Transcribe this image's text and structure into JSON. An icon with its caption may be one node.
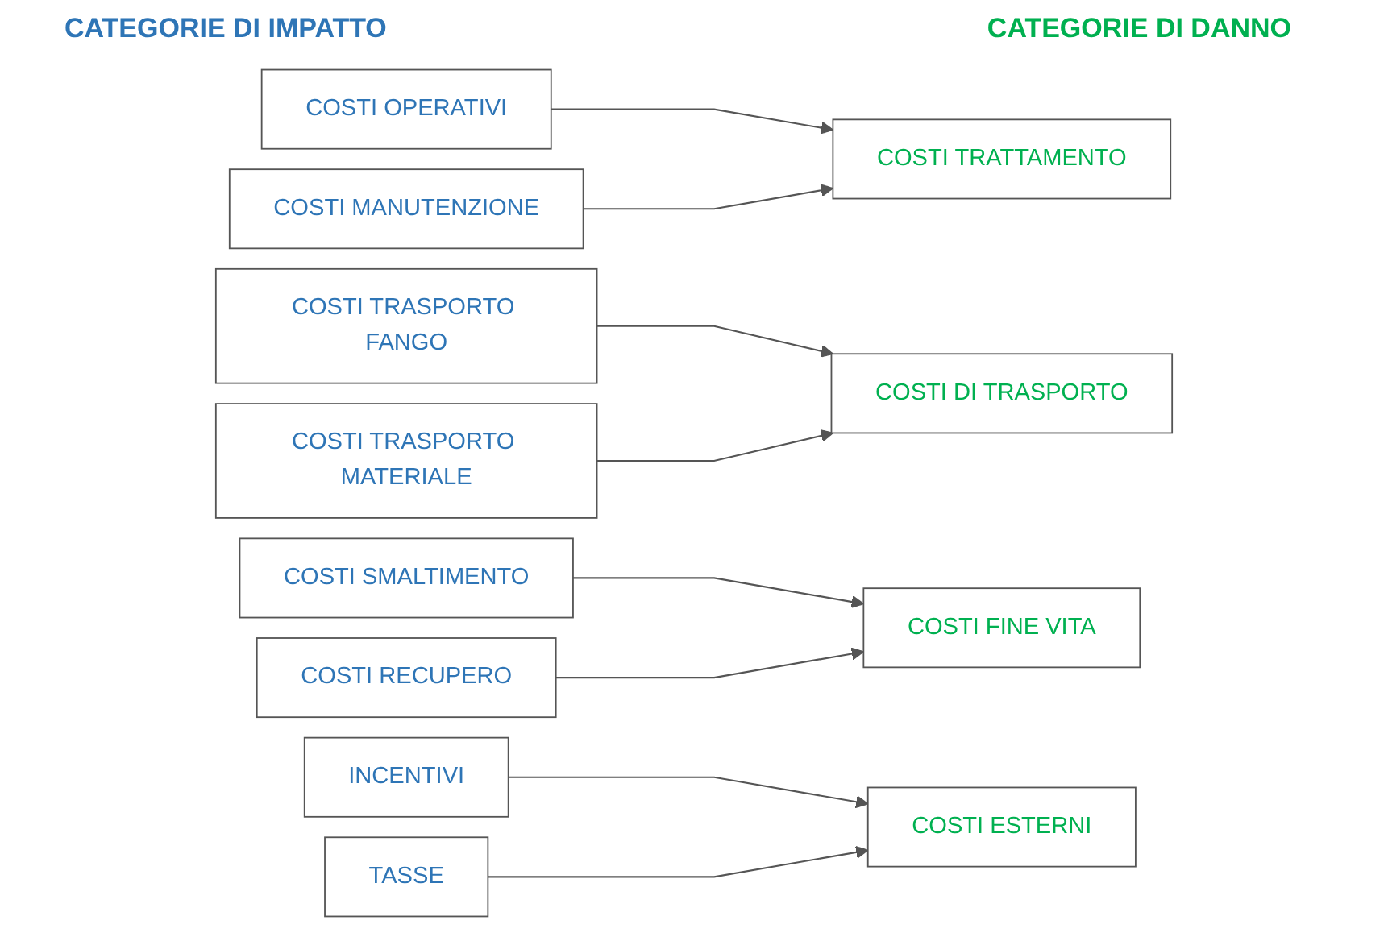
{
  "diagram": {
    "nodes": [
      {
        "text": [
          "COSTI OPERATIVI"
        ]
      },
      {
        "text": [
          "COSTI MANUTENZIONE"
        ]
      },
      {
        "text": [
          "COSTI TRATTAMENTO"
        ]
      },
      {
        "text": [
          "COSTI TRASPORTO FANGO"
        ]
      },
      {
        "text": [
          "COSTI TRASPORTO MATERIALE"
        ]
      },
      {
        "text": [
          "COSTI DI TRASPORTO"
        ]
      },
      {
        "text": [
          "COSTI SMALTIMENTO"
        ]
      },
      {
        "text": [
          "COSTI RECUPERO"
        ]
      },
      {
        "text": [
          "COSTI FINE VITA"
        ]
      },
      {
        "text": [
          "INCENTIVI"
        ]
      },
      {
        "text": [
          "TASSE"
        ]
      },
      {
        "text": [
          "COSTI ESTERNI"
        ]
      }
    ],
    "edges": [
      {
        "from": 0,
        "to": 2,
        "arrow": "to"
      },
      {
        "from": 1,
        "to": 2,
        "arrow": "to"
      },
      {
        "from": 3,
        "to": 5,
        "arrow": "to"
      },
      {
        "from": 4,
        "to": 5,
        "arrow": "to"
      },
      {
        "from": 6,
        "to": 8,
        "arrow": "to"
      },
      {
        "from": 7,
        "to": 8,
        "arrow": "to"
      },
      {
        "from": 9,
        "to": 11,
        "arrow": "to"
      },
      {
        "from": 10,
        "to": 11,
        "arrow": "to"
      }
    ],
    "labels": [
      "CATEGORIE DI IMPATTO",
      "CATEGORIE DI DANNO"
    ]
  }
}
